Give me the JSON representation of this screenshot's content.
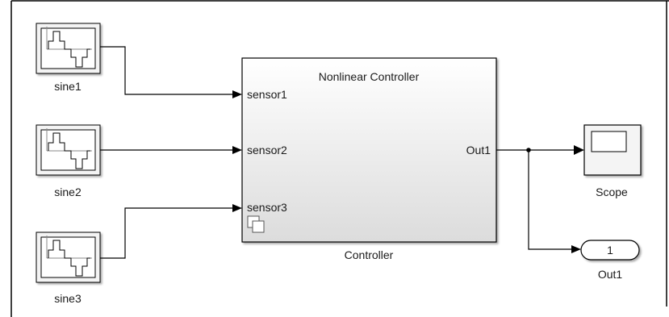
{
  "colors": {
    "canvas_bg": "#ffffff",
    "border": "#000000",
    "subsystem_gradient_top": "#ffffff",
    "subsystem_gradient_bottom": "#dcdcdc",
    "outport_fill": "#ffffff"
  },
  "sources": [
    {
      "name": "sine1"
    },
    {
      "name": "sine2"
    },
    {
      "name": "sine3"
    }
  ],
  "subsystem": {
    "title": "Nonlinear Controller",
    "name": "Controller",
    "inports": [
      "sensor1",
      "sensor2",
      "sensor3"
    ],
    "outport": "Out1",
    "icon": "subsystem-icon"
  },
  "scope": {
    "name": "Scope",
    "icon": "scope-icon"
  },
  "outport_block": {
    "number": "1",
    "name": "Out1"
  }
}
